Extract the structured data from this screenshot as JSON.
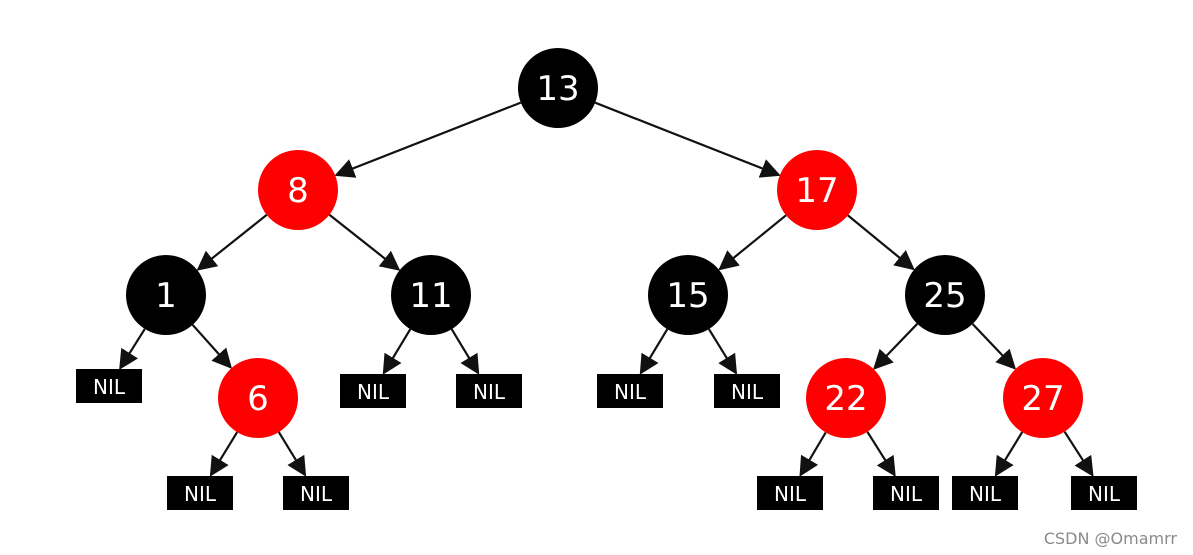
{
  "diagram": {
    "type": "red-black-tree",
    "nodes": [
      {
        "id": "n13",
        "label": "13",
        "color": "black"
      },
      {
        "id": "n8",
        "label": "8",
        "color": "red"
      },
      {
        "id": "n17",
        "label": "17",
        "color": "red"
      },
      {
        "id": "n1",
        "label": "1",
        "color": "black"
      },
      {
        "id": "n11",
        "label": "11",
        "color": "black"
      },
      {
        "id": "n15",
        "label": "15",
        "color": "black"
      },
      {
        "id": "n25",
        "label": "25",
        "color": "black"
      },
      {
        "id": "n6",
        "label": "6",
        "color": "red"
      },
      {
        "id": "n22",
        "label": "22",
        "color": "red"
      },
      {
        "id": "n27",
        "label": "27",
        "color": "red"
      }
    ],
    "nil_label": "NIL",
    "nil_leaves": [
      {
        "id": "nil-1-left",
        "parent": "n1"
      },
      {
        "id": "nil-6-left",
        "parent": "n6"
      },
      {
        "id": "nil-6-right",
        "parent": "n6"
      },
      {
        "id": "nil-11-left",
        "parent": "n11"
      },
      {
        "id": "nil-11-right",
        "parent": "n11"
      },
      {
        "id": "nil-15-left",
        "parent": "n15"
      },
      {
        "id": "nil-15-right",
        "parent": "n15"
      },
      {
        "id": "nil-22-left",
        "parent": "n22"
      },
      {
        "id": "nil-22-right",
        "parent": "n22"
      },
      {
        "id": "nil-27-left",
        "parent": "n27"
      },
      {
        "id": "nil-27-right",
        "parent": "n27"
      }
    ],
    "edges": [
      [
        "n13",
        "n8"
      ],
      [
        "n13",
        "n17"
      ],
      [
        "n8",
        "n1"
      ],
      [
        "n8",
        "n11"
      ],
      [
        "n17",
        "n15"
      ],
      [
        "n17",
        "n25"
      ],
      [
        "n1",
        "nil-1-left"
      ],
      [
        "n1",
        "n6"
      ],
      [
        "n6",
        "nil-6-left"
      ],
      [
        "n6",
        "nil-6-right"
      ],
      [
        "n11",
        "nil-11-left"
      ],
      [
        "n11",
        "nil-11-right"
      ],
      [
        "n15",
        "nil-15-left"
      ],
      [
        "n15",
        "nil-15-right"
      ],
      [
        "n25",
        "n22"
      ],
      [
        "n25",
        "n27"
      ],
      [
        "n22",
        "nil-22-left"
      ],
      [
        "n22",
        "nil-22-right"
      ],
      [
        "n27",
        "nil-27-left"
      ],
      [
        "n27",
        "nil-27-right"
      ]
    ]
  },
  "colors": {
    "red_node": "#ff0000",
    "black_node": "#000000",
    "nil_box": "#000000",
    "edge": "#111111",
    "label": "#ffffff"
  },
  "watermark": {
    "text": "CSDN @Omamrr"
  }
}
